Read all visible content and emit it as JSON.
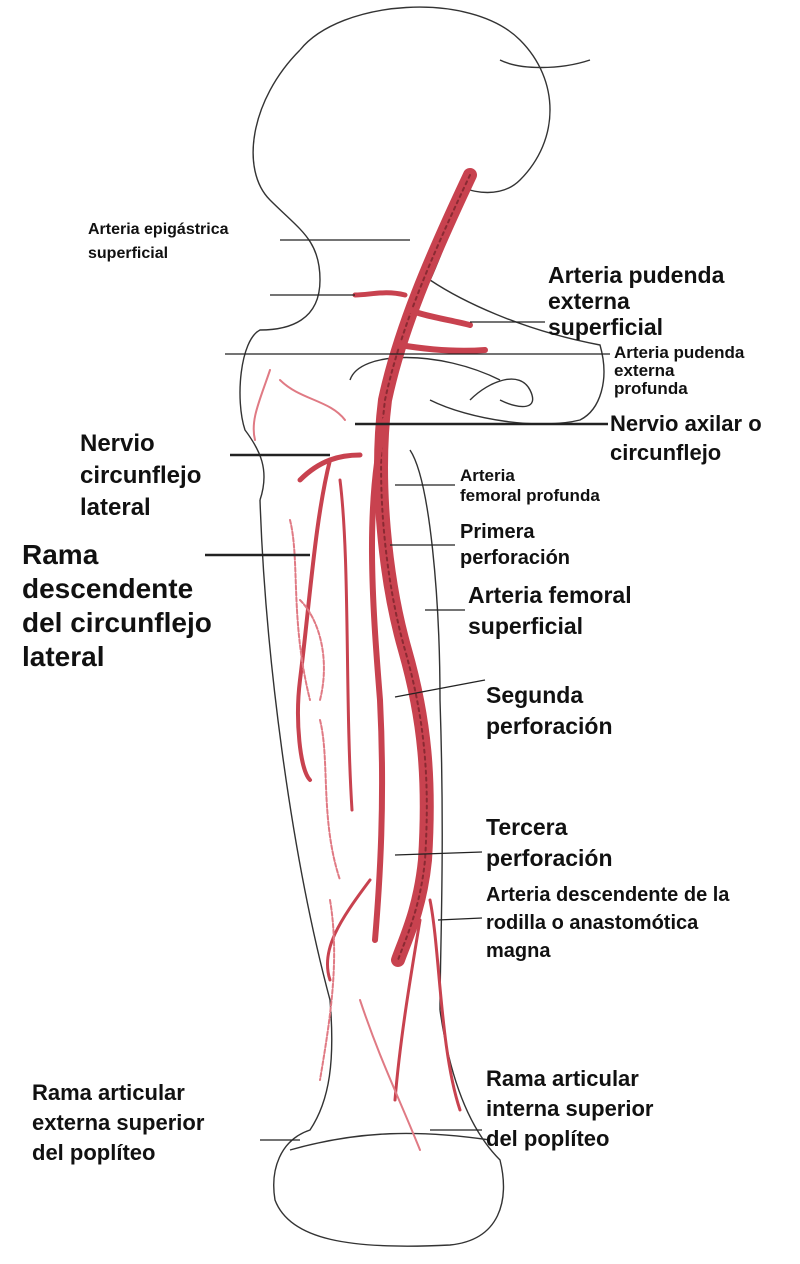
{
  "colors": {
    "artery": "#c8424f",
    "artery_light": "#e07a84",
    "outline": "#333333",
    "label": "#111111"
  },
  "labels": {
    "epigastrica": [
      "Arteria epigástrica",
      "superficial"
    ],
    "pudenda_superficial": [
      "Arteria pudenda",
      "externa",
      "superficial"
    ],
    "pudenda_profunda": [
      "Arteria pudenda",
      "externa",
      "profunda"
    ],
    "nervio_axilar": [
      "Nervio axilar o",
      "circunflejo"
    ],
    "nervio_circunflejo_lateral": [
      "Nervio",
      "circunflejo",
      "lateral"
    ],
    "femoral_profunda": [
      "Arteria",
      "femoral profunda"
    ],
    "rama_descendente": [
      "Rama",
      "descendente",
      "del circunflejo",
      "lateral"
    ],
    "primera_perforacion": [
      "Primera",
      "perforación"
    ],
    "femoral_superficial": [
      "Arteria femoral",
      "superficial"
    ],
    "segunda_perforacion": [
      "Segunda",
      "perforación"
    ],
    "tercera_perforacion": [
      "Tercera",
      "perforación"
    ],
    "descendente_rodilla": [
      "Arteria descendente de la",
      "rodilla o anastomótica",
      "magna"
    ],
    "articular_interna": [
      "Rama articular",
      "interna superior",
      "del poplíteo"
    ],
    "articular_externa": [
      "Rama articular",
      "externa superior",
      "del poplíteo"
    ]
  }
}
